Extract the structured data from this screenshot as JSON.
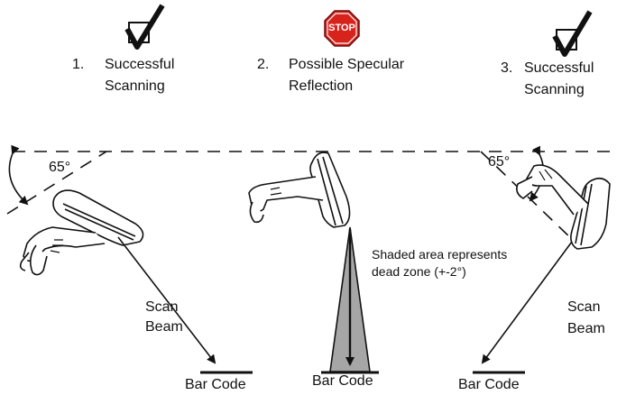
{
  "steps": [
    {
      "number": "1.",
      "line1": "Successful",
      "line2": "Scanning",
      "icon": "checkmark-icon"
    },
    {
      "number": "2.",
      "line1": "Possible Specular",
      "line2": "Reflection",
      "icon": "stop-sign-icon"
    },
    {
      "number": "3.",
      "line1": "Successful",
      "line2": "Scanning",
      "icon": "checkmark-icon"
    }
  ],
  "stop_label": "STOP",
  "angle_left": "65°",
  "angle_right": "65°",
  "beam_left": {
    "line1": "Scan",
    "line2": "Beam"
  },
  "beam_right": {
    "line1": "Scan",
    "line2": "Beam"
  },
  "dead_zone": {
    "line1": "Shaded area represents",
    "line2": "dead zone (+-2°)"
  },
  "barcode_labels": [
    "Bar Code",
    "Bar Code",
    "Bar Code"
  ],
  "colors": {
    "stop_red": "#d8231d",
    "dead_zone_gray": "#a6a6a6",
    "ink": "#111111"
  }
}
